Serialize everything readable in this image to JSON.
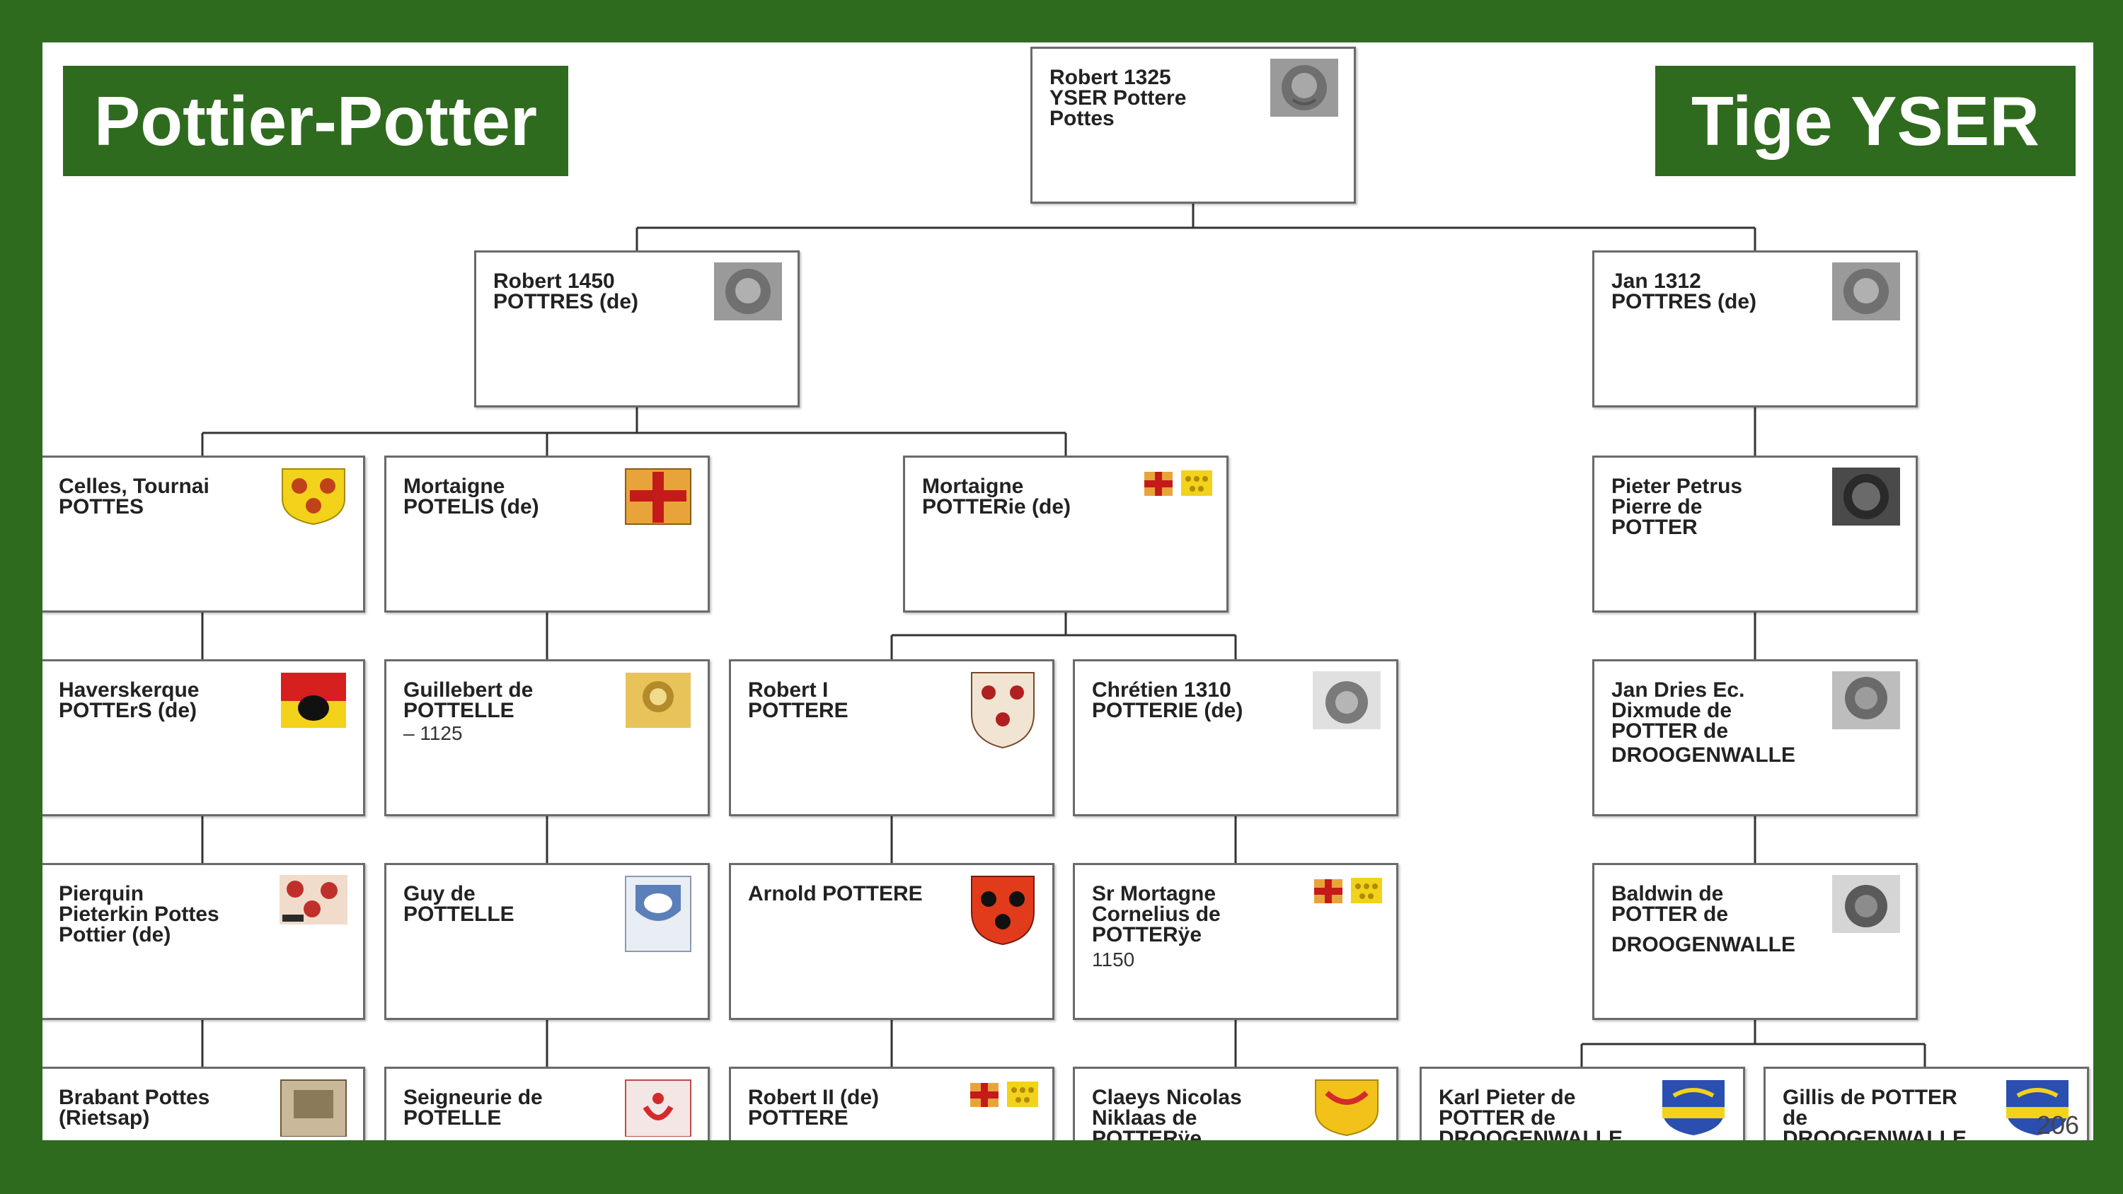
{
  "header": {
    "left_title": "Pottier-Potter",
    "right_title": "Tige YSER"
  },
  "page_number": "206",
  "nodes": {
    "root": {
      "l1": "Robert 1325",
      "l2": "YSER Pottere",
      "l3": "Pottes"
    },
    "r1450": {
      "l1": "Robert 1450",
      "l2": "POTTRES (de)"
    },
    "jan1312": {
      "l1": "Jan 1312",
      "l2": "POTTRES (de)"
    },
    "celles": {
      "l1": "Celles, Tournai",
      "l2": "POTTES"
    },
    "mortaigne1": {
      "l1": "Mortaigne",
      "l2": "POTELIS (de)"
    },
    "mortaigne2": {
      "l1": "Mortaigne",
      "l2": "POTTERie (de)"
    },
    "pieter": {
      "l1": "Pieter Petrus",
      "l2": "Pierre de",
      "l3": "POTTER"
    },
    "haver": {
      "l1": "Haverskerque",
      "l2": "POTTErS (de)"
    },
    "guillebert": {
      "l1": "Guillebert de",
      "l2": "POTTELLE",
      "extra": "– 1125"
    },
    "robertI": {
      "l1": "Robert I",
      "l2": "POTTERE"
    },
    "chretien": {
      "l1": "Chrétien 1310",
      "l2": "POTTERIE (de)"
    },
    "jandries": {
      "l1": "Jan Dries Ec.",
      "l2": "Dixmude de",
      "l3": "POTTER de",
      "l4": "DROOGENWALLE"
    },
    "pierquin": {
      "l1": "Pierquin",
      "l2": "Pieterkin Pottes",
      "l3": "Pottier (de)"
    },
    "guy": {
      "l1": "Guy de",
      "l2": "POTTELLE"
    },
    "arnold": {
      "l1": "Arnold POTTERE"
    },
    "srmortagne": {
      "l1": "Sr Mortagne",
      "l2": "Cornelius de",
      "l3": "POTTERÿe",
      "extra": "1150"
    },
    "baldwin": {
      "l1": "Baldwin de",
      "l2": "POTTER de",
      "l4": "DROOGENWALLE"
    },
    "brabant": {
      "l1": "Brabant Pottes",
      "l2": "(Rietsap)"
    },
    "seigneurie": {
      "l1": "Seigneurie de",
      "l2": "POTELLE"
    },
    "robertII": {
      "l1": "Robert II (de)",
      "l2": "POTTERE"
    },
    "claeys": {
      "l1": "Claeys Nicolas",
      "l2": "Niklaas de",
      "l3": "POTTERÿe"
    },
    "karl": {
      "l1": "Karl Pieter de",
      "l2": "POTTER de",
      "l3": "DROOGENWALLE"
    },
    "gillis": {
      "l1": "Gillis de POTTER",
      "l2": "de",
      "l3": "DROOGENWALLE"
    }
  },
  "colors": {
    "frame_green": "#2f6b1e",
    "box_border": "#6a6a6a",
    "connector": "#333333"
  }
}
